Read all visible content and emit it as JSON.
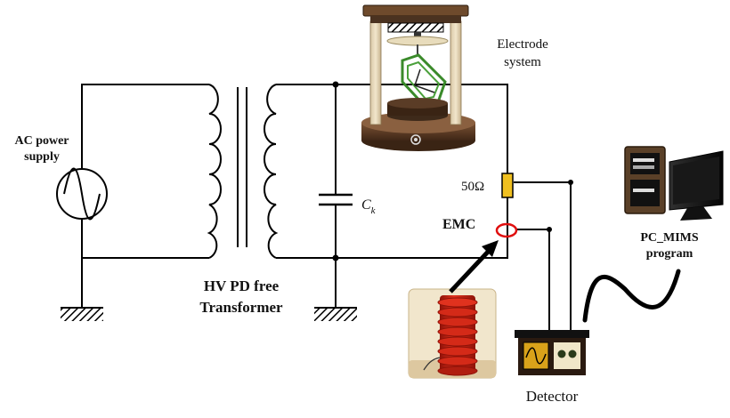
{
  "labels": {
    "ac_line1": "AC power",
    "ac_line2": "supply",
    "transformer_line1": "HV PD free",
    "transformer_line2": "Transformer",
    "electrode_line1": "Electrode",
    "electrode_line2": "system",
    "resistor": "50Ω",
    "capacitor_main": "C",
    "capacitor_sub": "k",
    "emc": "EMC",
    "pc_line1": "PC_MIMS",
    "pc_line2": "program",
    "detector": "Detector"
  },
  "colors": {
    "wire": "#000000",
    "resistor_fill": "#f0c020",
    "emc_ring": "#e01010",
    "electrode_coil": "#3a8a2a",
    "electrode_base": "#5a3a24",
    "sensor_red": "#c81e12",
    "detector_panel": "#d9a21a"
  },
  "icons": [
    "ac-source-symbol",
    "ground-symbol",
    "transformer-coil",
    "capacitor-symbol",
    "resistor-symbol",
    "electrode-system-image",
    "emc-sensor-photo",
    "detector-box",
    "pc-icon"
  ]
}
